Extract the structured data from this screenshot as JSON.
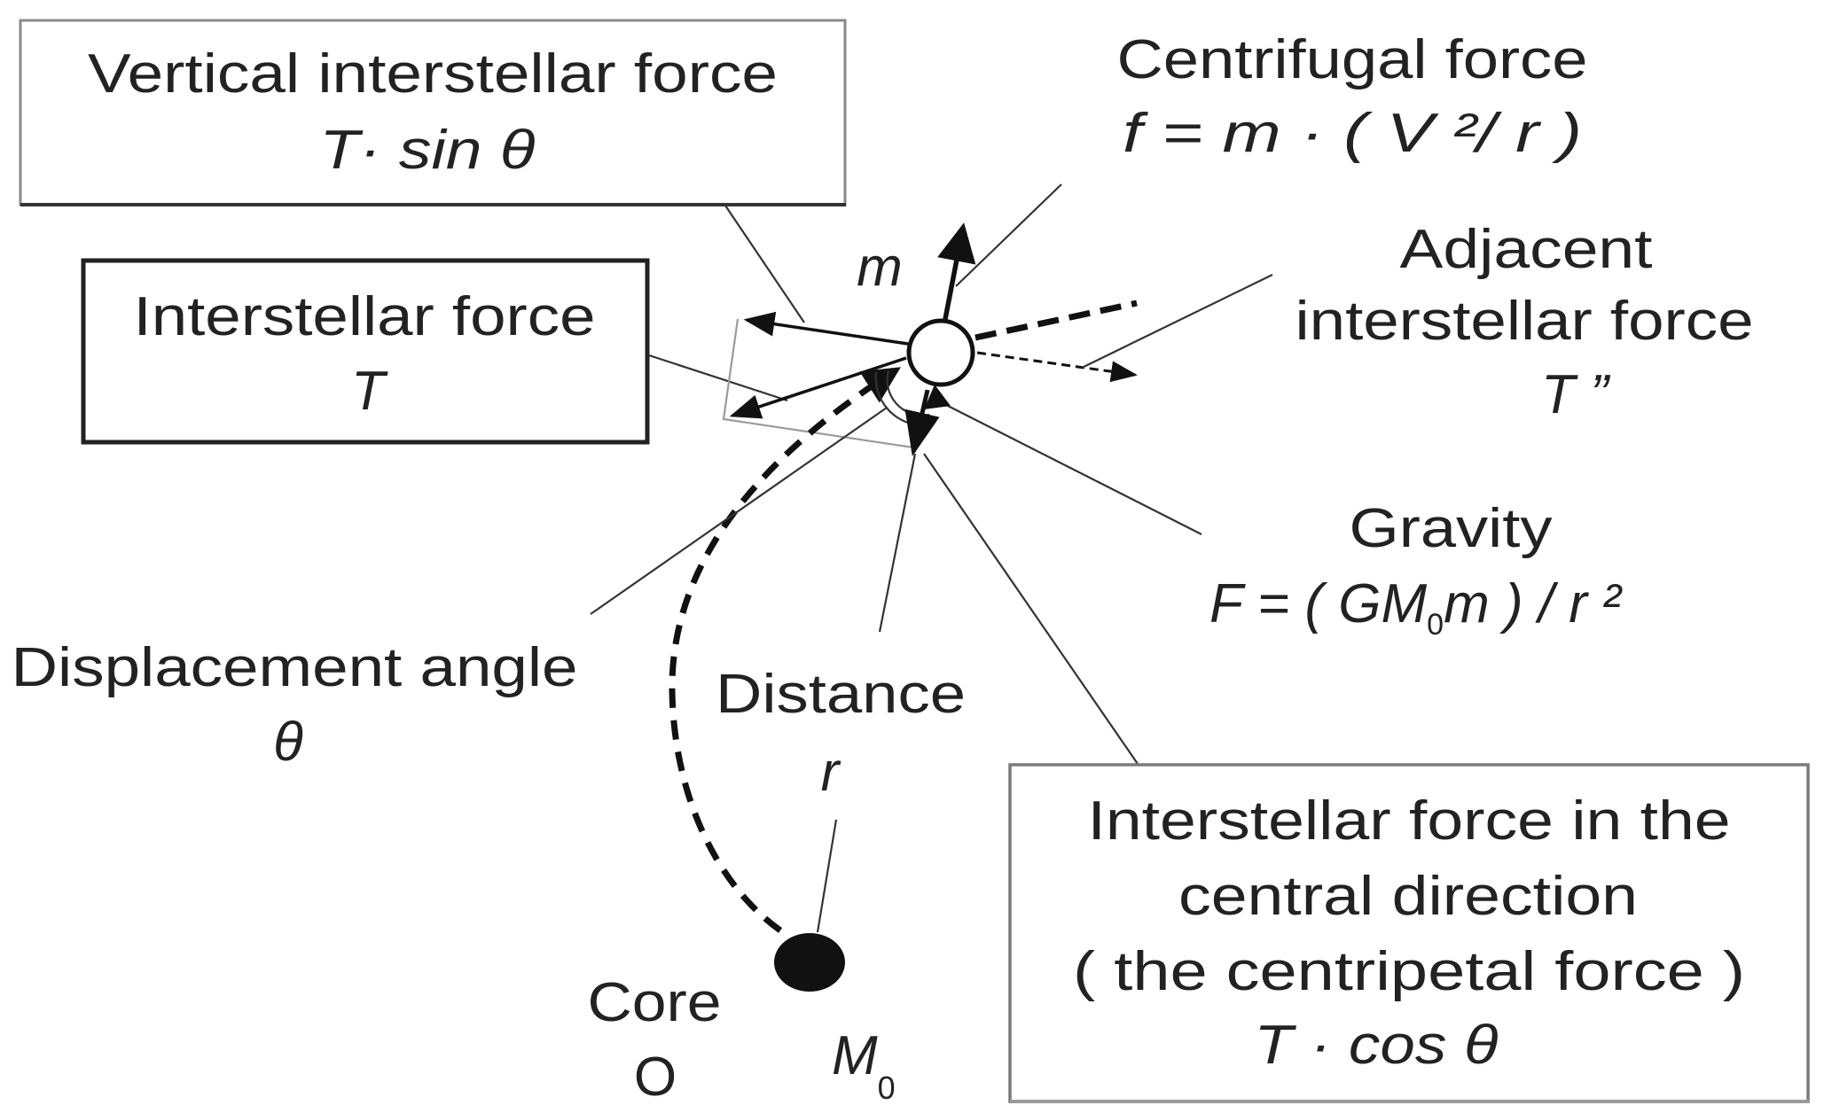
{
  "diagram": {
    "subject": "Forces acting on a star of mass m orbiting a galactic core",
    "boxes": {
      "vertical_force": {
        "line1": "Vertical interstellar force",
        "line2": "T· sin θ"
      },
      "interstellar_force": {
        "line1": "Interstellar force",
        "line2": "T"
      },
      "centripetal": {
        "line1": "Interstellar force in the",
        "line2": "central direction",
        "line3": "(  the centripetal force )",
        "line4": "T · cos θ"
      }
    },
    "labels": {
      "star_mass": "m",
      "centrifugal_title": "Centrifugal force",
      "centrifugal_formula": "f = m · ( V ²/ r )",
      "adjacent_line1": "Adjacent",
      "adjacent_line2": "interstellar force",
      "adjacent_symbol": "T ”",
      "gravity_title": "Gravity",
      "gravity_formula_pre": "F = ( GM",
      "gravity_formula_sub": "0",
      "gravity_formula_post": "m ) / r ²",
      "displacement_title": "Displacement angle",
      "displacement_symbol": "θ",
      "distance_title": "Distance",
      "distance_symbol": "r",
      "core_title": "Core",
      "core_symbol": "O",
      "core_mass": "M",
      "core_mass_sub": "0"
    },
    "colors": {
      "ink": "#111111",
      "box_border_light": "#8a8a8a",
      "background": "#ffffff"
    }
  }
}
